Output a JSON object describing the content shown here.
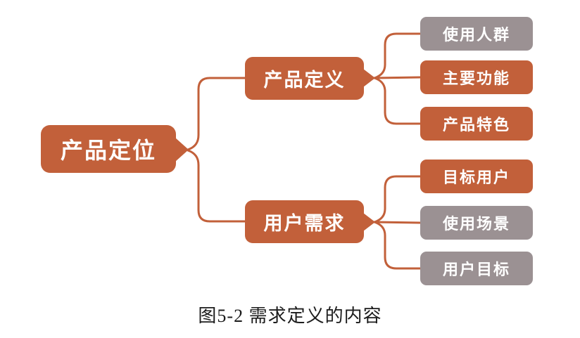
{
  "diagram": {
    "root": {
      "label": "产品定位",
      "color": "#C2603A"
    },
    "branches": [
      {
        "label": "产品定义",
        "color": "#C2603A",
        "children": [
          {
            "label": "使用人群",
            "color": "#9B9193"
          },
          {
            "label": "主要功能",
            "color": "#C2603A"
          },
          {
            "label": "产品特色",
            "color": "#C2603A"
          }
        ]
      },
      {
        "label": "用户需求",
        "color": "#C2603A",
        "children": [
          {
            "label": "目标用户",
            "color": "#C2603A"
          },
          {
            "label": "使用场景",
            "color": "#9B9193"
          },
          {
            "label": "用户目标",
            "color": "#9B9193"
          }
        ]
      }
    ],
    "caption": "图5-2 需求定义的内容",
    "colors": {
      "accent_orange": "#C2603A",
      "gray": "#9B9193",
      "node_text": "#FFFFFF",
      "caption_text": "#1C1C1C",
      "background": "#FFFFFF"
    }
  }
}
